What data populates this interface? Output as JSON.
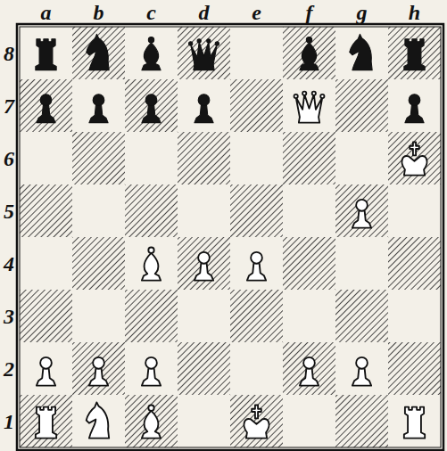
{
  "diagram": {
    "labels": [
      "a",
      "b",
      "c",
      "d",
      "e",
      "f",
      "g",
      "h",
      "8",
      "7",
      "6",
      "5",
      "4",
      "3",
      "2",
      "1"
    ]
  }
}
